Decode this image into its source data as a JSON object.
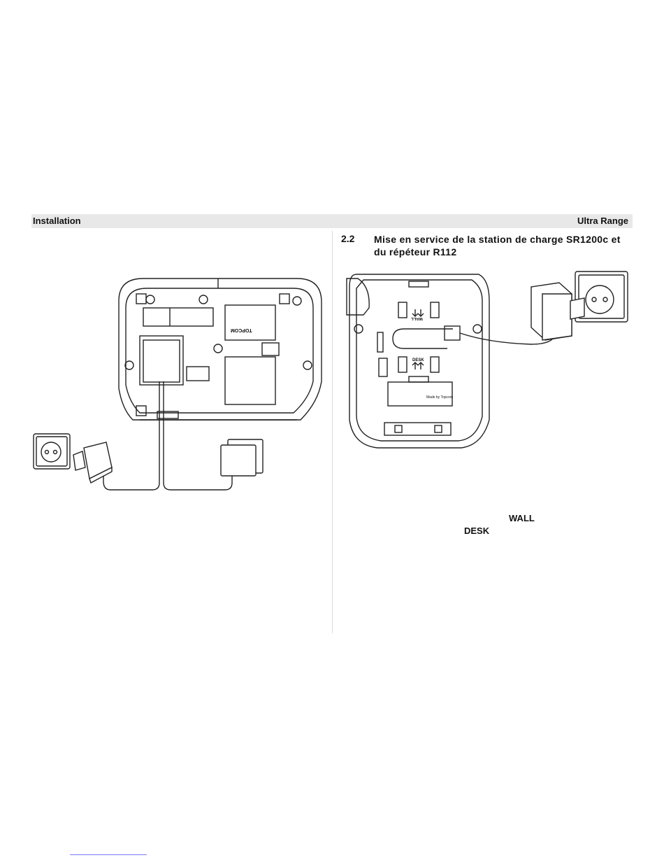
{
  "header": {
    "left_label": "Installation",
    "right_label": "Ultra Range"
  },
  "section": {
    "number": "2.2",
    "title": "Mise en service de la station de charge SR1200c et du répéteur R112"
  },
  "keywords": {
    "wall": "WALL",
    "desk": "DESK"
  },
  "figure_text": {
    "brand": "TOPCOM",
    "base_wall_mark": "WALL",
    "base_desk_mark": "DESK",
    "made_by": "Made by Topcom"
  }
}
